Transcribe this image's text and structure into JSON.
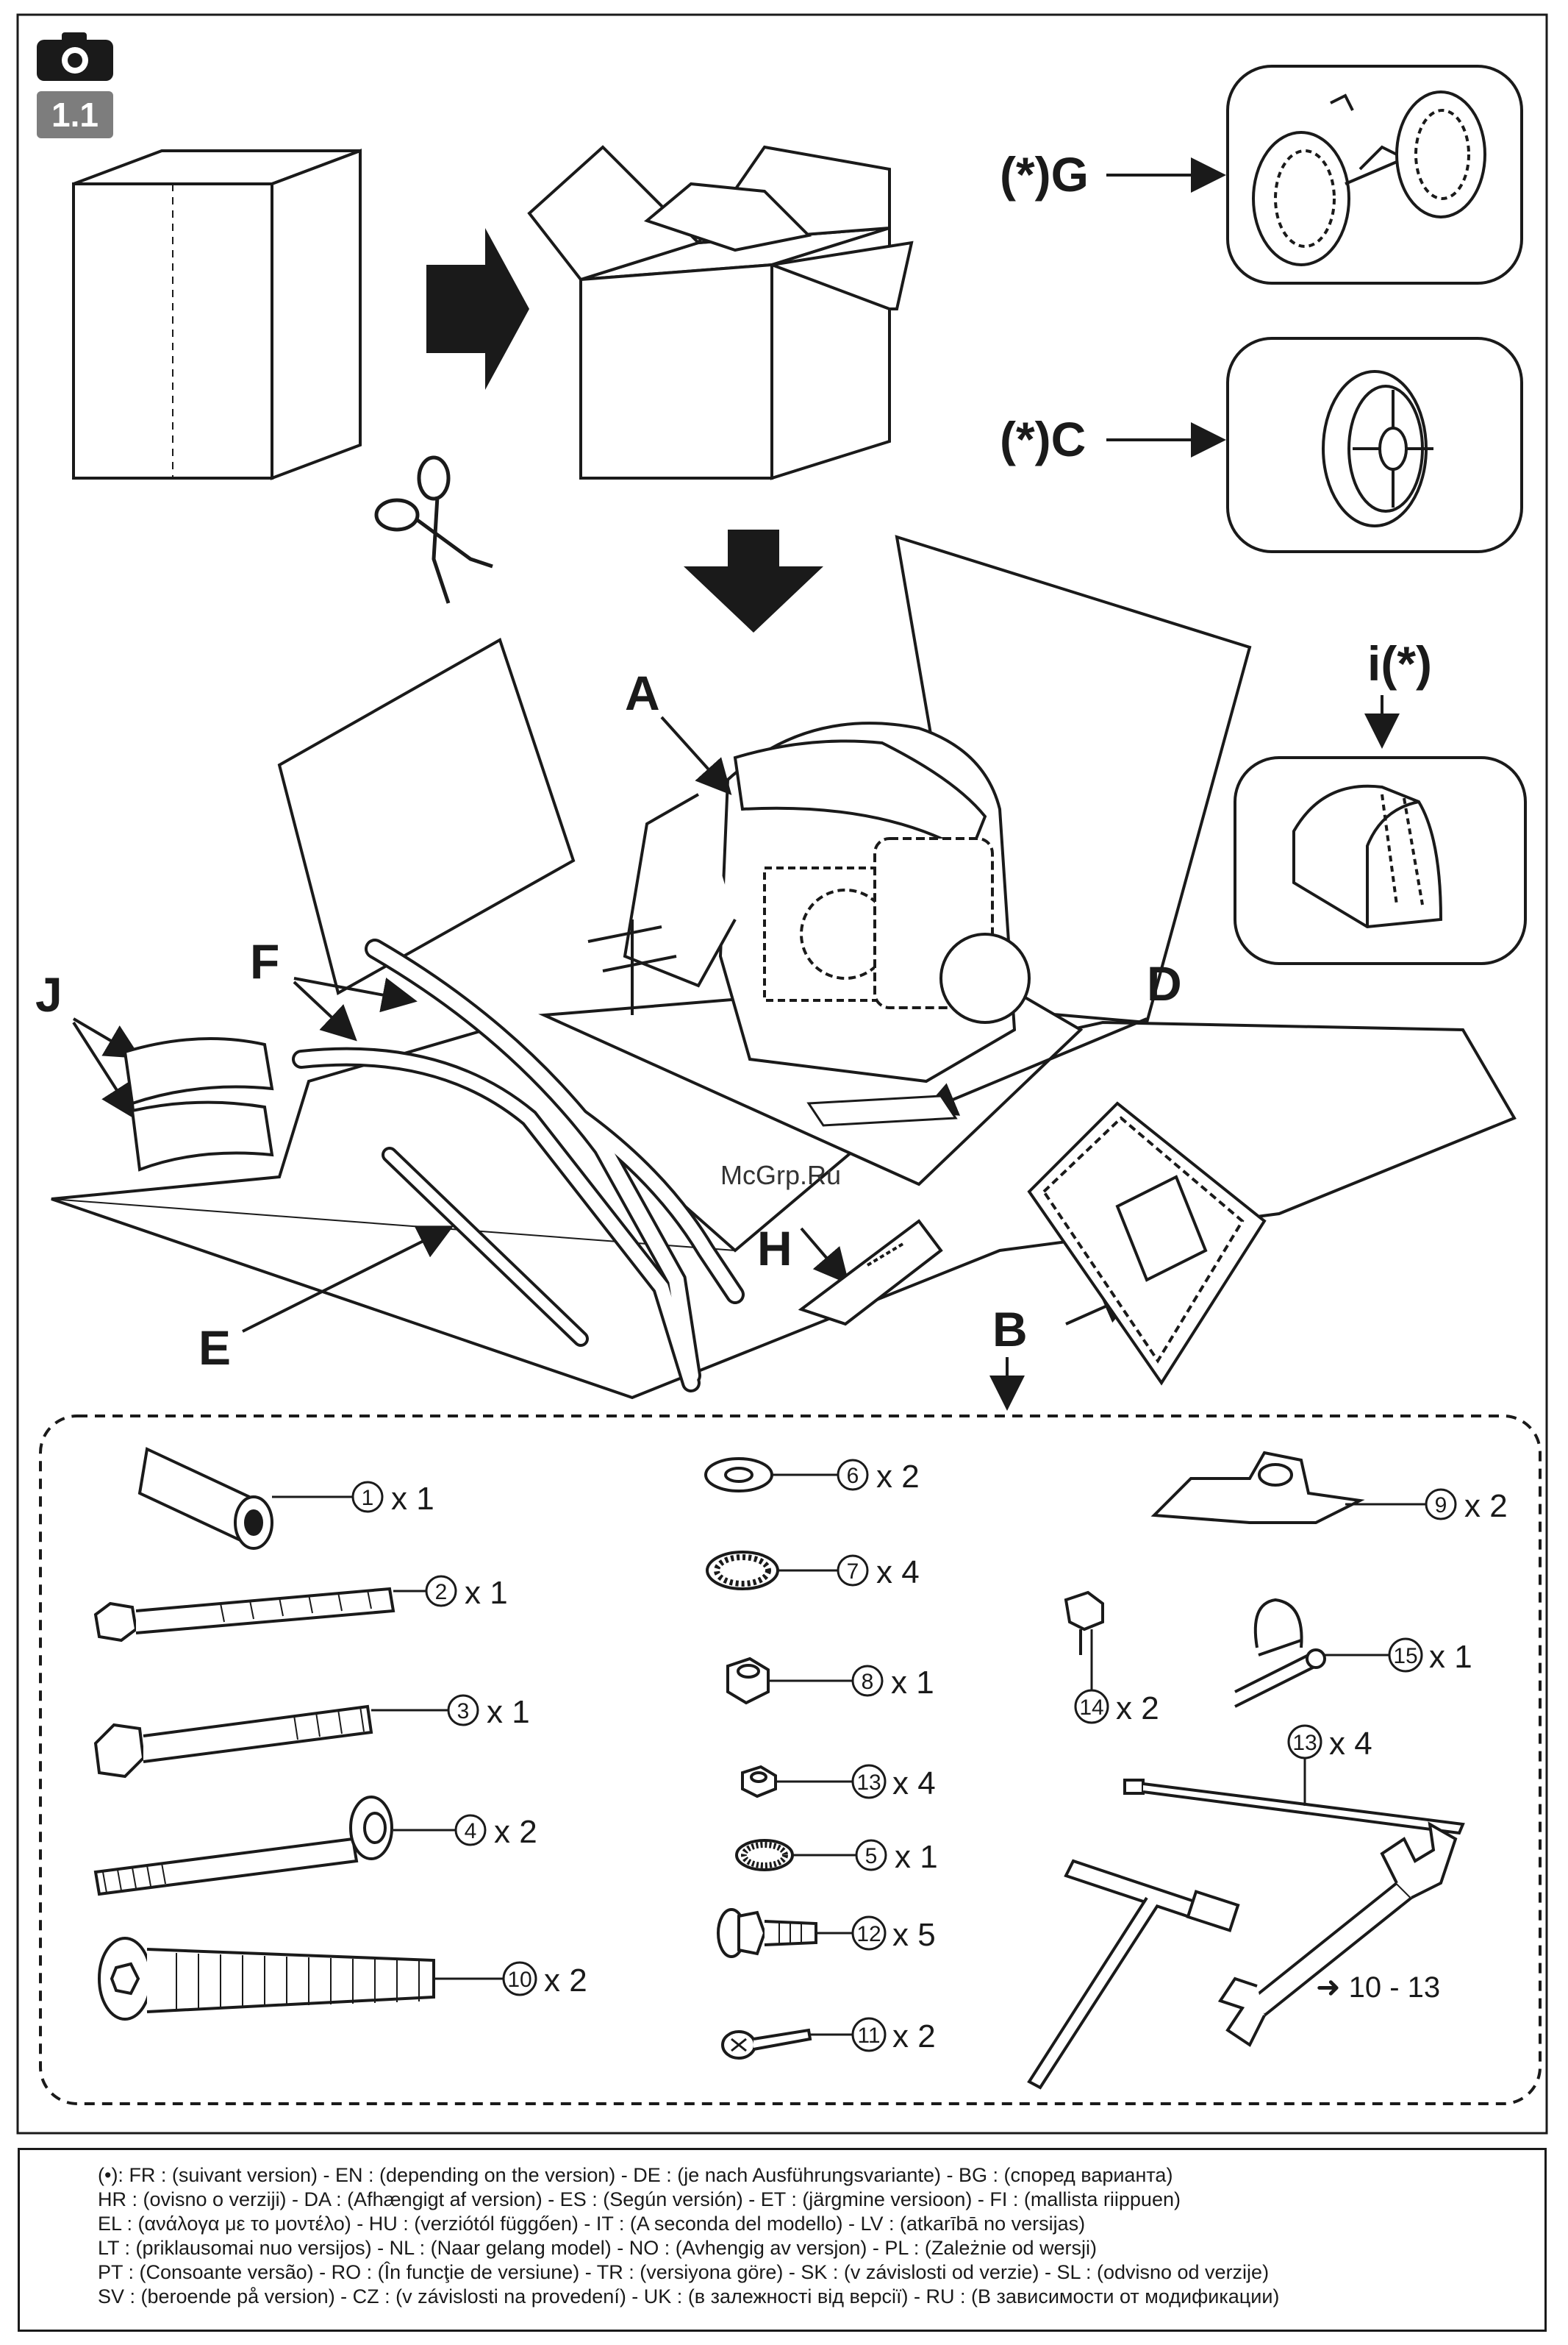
{
  "header": {
    "badge": "1.1"
  },
  "labels": {
    "A": "A",
    "B": "B",
    "C": "(*)C",
    "D": "D",
    "E": "E",
    "F": "F",
    "G": "(*)G",
    "H": "H",
    "I": "i(*)",
    "J": "J"
  },
  "watermark": "McGrp.Ru",
  "parts": [
    {
      "num": "1",
      "qty": "x 1"
    },
    {
      "num": "2",
      "qty": "x 1"
    },
    {
      "num": "3",
      "qty": "x 1"
    },
    {
      "num": "4",
      "qty": "x 2"
    },
    {
      "num": "10",
      "qty": "x 2"
    },
    {
      "num": "6",
      "qty": "x 2"
    },
    {
      "num": "7",
      "qty": "x 4"
    },
    {
      "num": "8",
      "qty": "x 1"
    },
    {
      "num": "13",
      "qty": "x 4"
    },
    {
      "num": "5",
      "qty": "x 1"
    },
    {
      "num": "12",
      "qty": "x 5"
    },
    {
      "num": "11",
      "qty": "x 2"
    },
    {
      "num": "9",
      "qty": "x 2"
    },
    {
      "num": "14",
      "qty": "x 2"
    },
    {
      "num": "15",
      "qty": "x 1"
    },
    {
      "num": "13",
      "qty": "x 4"
    }
  ],
  "wrench_ref": "➜ 10 - 13",
  "legend": [
    "(•): FR : (suivant version) - EN : (depending on the version) - DE : (je nach Ausführungsvariante) - BG : (според варианта)",
    "HR : (ovisno o verziji) - DA : (Afhængigt af version) - ES : (Según versión) - ET : (järgmine versioon) - FI : (mallista riippuen)",
    "EL : (ανάλογα με το μοντέλο) - HU : (verziótól függően) - IT : (A seconda del modello) - LV : (atkarībā no versijas)",
    "LT : (priklausomai nuo versijos) - NL : (Naar gelang model) - NO : (Avhengig av versjon) - PL : (Zależnie od wersji)",
    "PT : (Consoante versão) - RO : (În funcţie de versiune) - TR : (versiyona göre) - SK : (v závislosti od verzie) - SL : (odvisno od verzije)",
    "SV : (beroende på version) - CZ : (v závislosti na provedení) - UK : (в залежності від версії) - RU : (В зависимости от модификации)"
  ]
}
